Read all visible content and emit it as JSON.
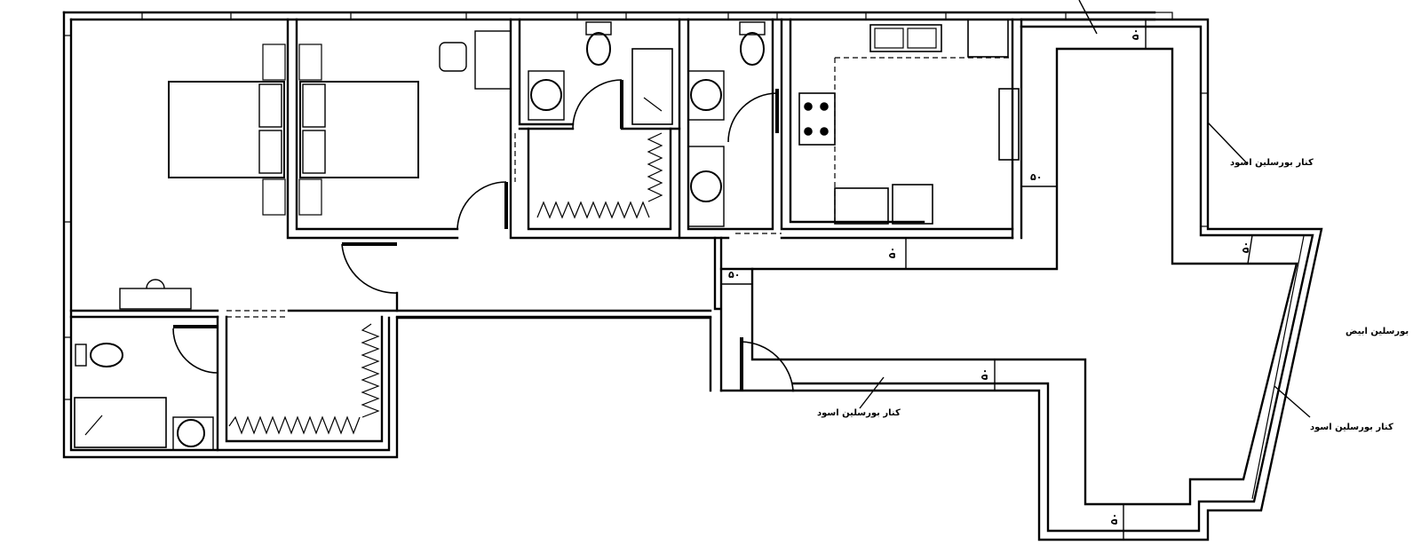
{
  "labels": {
    "edge_black_1": "کنار بورسلین اسود",
    "edge_black_2": "کنار بورسلین اسود",
    "edge_black_3": "کنار بورسلین اسود",
    "white_porcelain": "بورسلین ابیض"
  },
  "dimension": "۵۰",
  "colors": {
    "line": "#000000",
    "background": "#ffffff"
  }
}
